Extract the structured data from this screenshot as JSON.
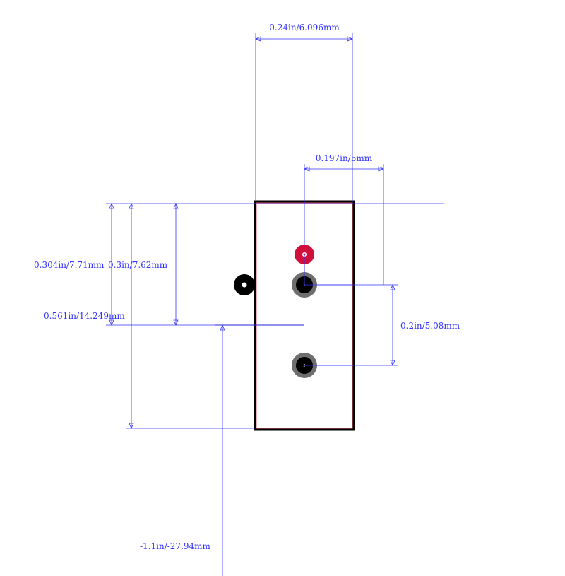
{
  "colors": {
    "dimension": "#3333ff",
    "outline": "#000000",
    "courtyard": "#e06070",
    "pad_ring": "#6e6e6e",
    "pad_hole": "#000000",
    "pin1_marker": "#d0103a",
    "background": "#ffffff"
  },
  "dimensions": {
    "body_width": "0.24in/6.096mm",
    "pin_to_edge": "0.197in/5mm",
    "pin_pitch": "0.2in/5.08mm",
    "height_a": "0.304in/7.71mm",
    "height_b": "0.3in/7.62mm",
    "total_height": "0.561in/14.249mm",
    "offset_below": "-1.1in/-27.94mm"
  },
  "pads": {
    "pin1_number": "1",
    "pin2_number": "2"
  }
}
